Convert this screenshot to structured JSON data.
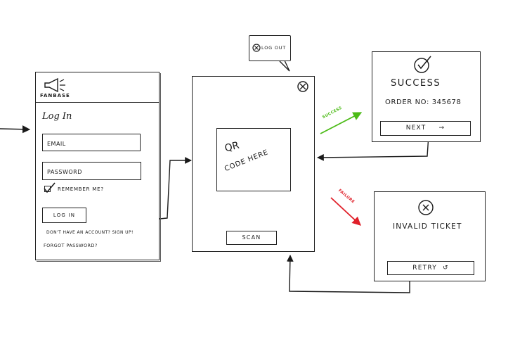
{
  "login": {
    "brand": "FANBASE",
    "title": "Log In",
    "email_placeholder": "EMAIL",
    "password_placeholder": "PASSWORD",
    "remember_label": "Remember me?",
    "login_button": "LOG IN",
    "signup_text": "Don't have an account? Sign up!",
    "forgot_text": "Forgot password?"
  },
  "logout_bubble": {
    "label": "LOG OUT"
  },
  "scanner": {
    "qr_line1": "QR",
    "qr_line2": "CODE HERE",
    "scan_button": "SCAN"
  },
  "flow_labels": {
    "success": "SUCCESS",
    "failure": "FAILURE"
  },
  "success_screen": {
    "title": "SUCCESS",
    "order_text": "ORDER No: 345678",
    "next_button": "NEXT"
  },
  "failure_screen": {
    "title": "INVALID TICKET",
    "retry_button": "RETRY"
  },
  "colors": {
    "ink": "#1a1a1a",
    "success_arrow": "#4cbb17",
    "failure_arrow": "#e0202a"
  }
}
